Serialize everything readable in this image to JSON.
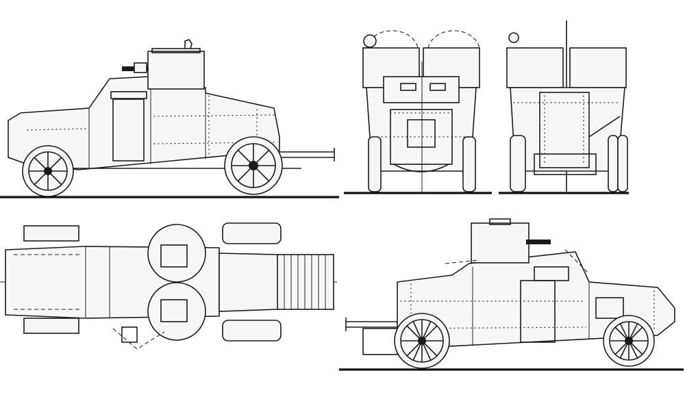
{
  "drawing": {
    "views": [
      "side-left",
      "front",
      "rear",
      "top",
      "side-right"
    ],
    "colors": {
      "ink": "#1a1a1a",
      "paper": "#ffffff"
    }
  }
}
